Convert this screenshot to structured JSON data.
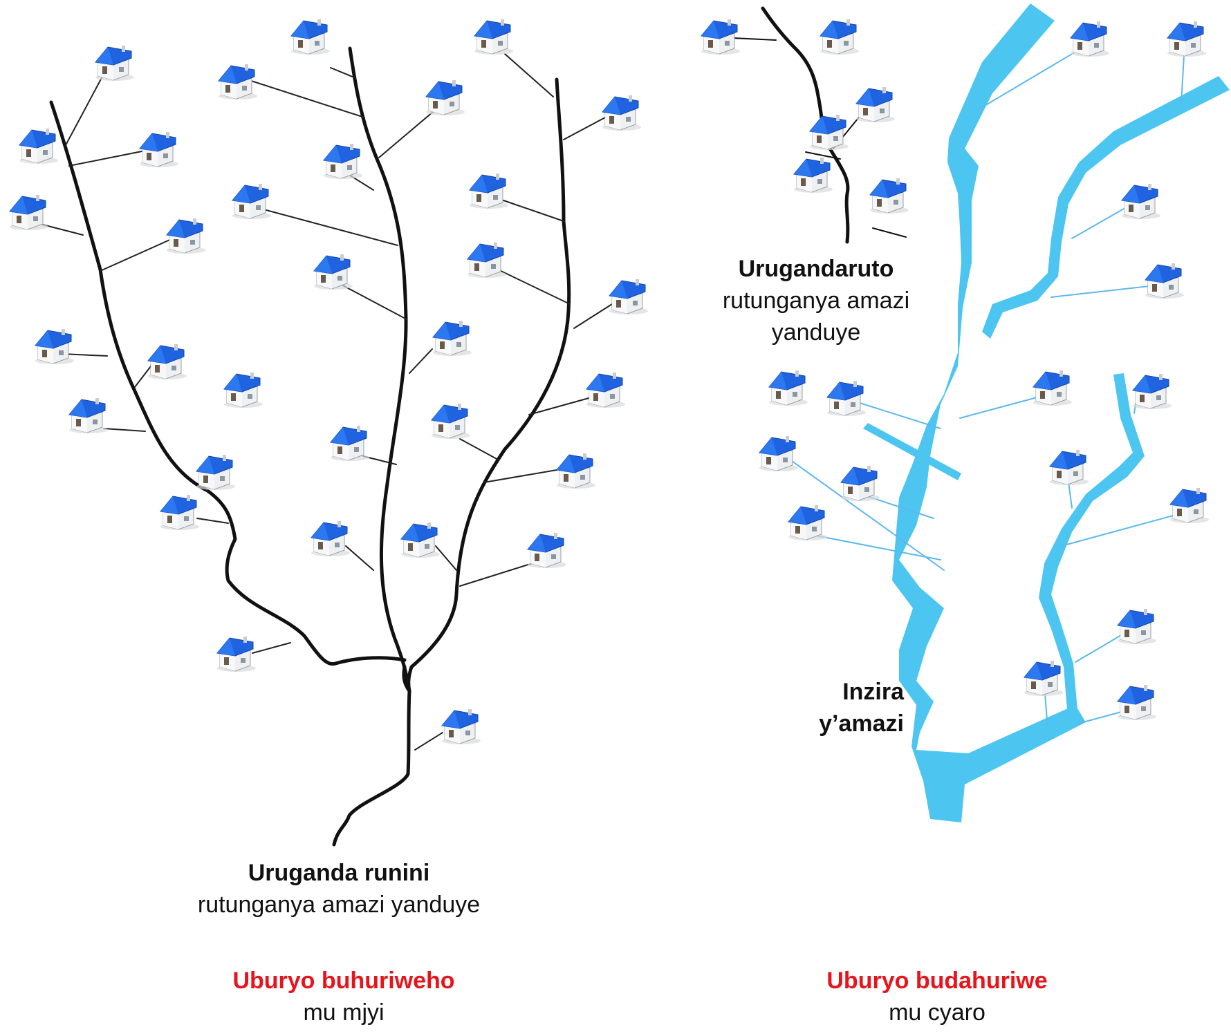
{
  "left_panel": {
    "plant_title": "Uruganda runini",
    "plant_subtitle": "rutunganya amazi yanduye",
    "system_title": "Uburyo buhuriweho",
    "system_subtitle": "mu mjyi"
  },
  "right_panel": {
    "plant_title": "Urugandaruto",
    "plant_subtitle_1": "rutunganya amazi",
    "plant_subtitle_2": "yanduye",
    "channel_title_1": "Inzira",
    "channel_title_2": "y’amazi",
    "system_title": "Uburyo budahuriwe",
    "system_subtitle": "mu cyaro"
  },
  "colors": {
    "sewer": "#111111",
    "river": "#4cc6f0",
    "pipe_blue": "#5bb8ee",
    "roof": "#1f63e0",
    "caption_red": "#e8141c"
  },
  "icons": {
    "house": "house-icon"
  }
}
